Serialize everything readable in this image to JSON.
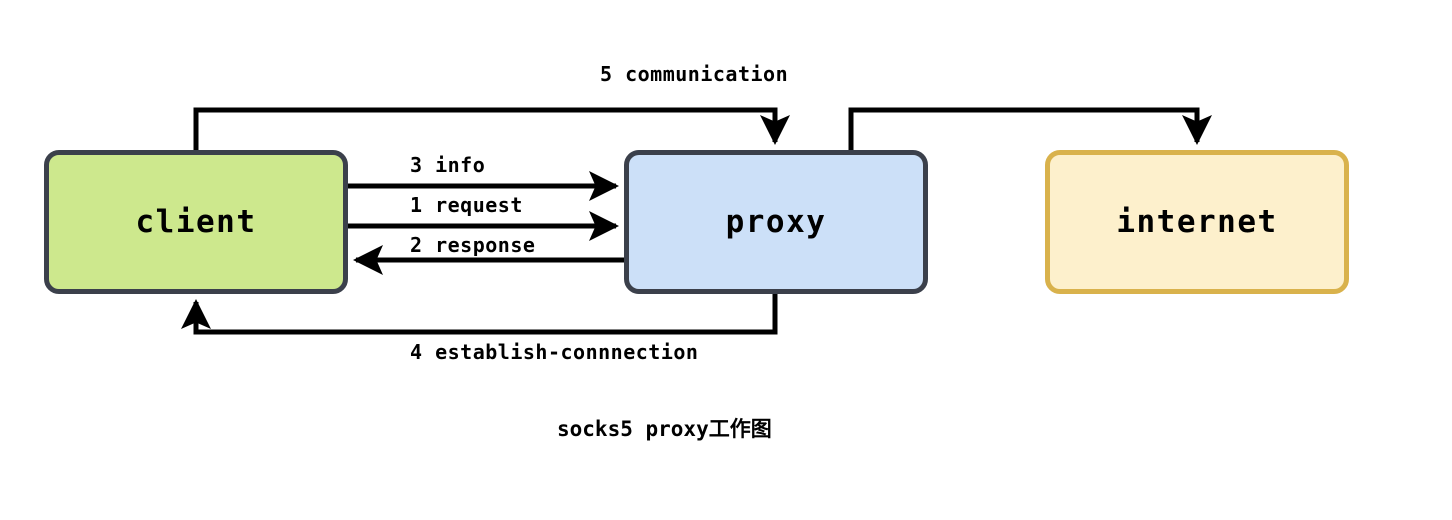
{
  "diagram": {
    "caption": "socks5 proxy工作图",
    "background_color": "#ffffff",
    "nodes": [
      {
        "id": "client",
        "label": "client",
        "fill": "#cde88d",
        "stroke": "#3b404b"
      },
      {
        "id": "proxy",
        "label": "proxy",
        "fill": "#cce0f8",
        "stroke": "#3b404b"
      },
      {
        "id": "internet",
        "label": "internet",
        "fill": "#fdf0cc",
        "stroke": "#d9b24c"
      }
    ],
    "edges": [
      {
        "id": "info",
        "label": "3 info",
        "from": "client",
        "to": "proxy",
        "direction": "right"
      },
      {
        "id": "request",
        "label": "1 request",
        "from": "client",
        "to": "proxy",
        "direction": "right"
      },
      {
        "id": "response",
        "label": "2 response",
        "from": "proxy",
        "to": "client",
        "direction": "left"
      },
      {
        "id": "establish",
        "label": "4 establish-connnection",
        "from": "proxy",
        "to": "client",
        "direction": "left"
      },
      {
        "id": "communication",
        "label": "5 communication",
        "from": "client",
        "to": "proxy",
        "direction": "right"
      },
      {
        "id": "proxy-internet",
        "label": "",
        "from": "proxy",
        "to": "internet",
        "direction": "right"
      }
    ],
    "edge_stroke": "#000000"
  }
}
